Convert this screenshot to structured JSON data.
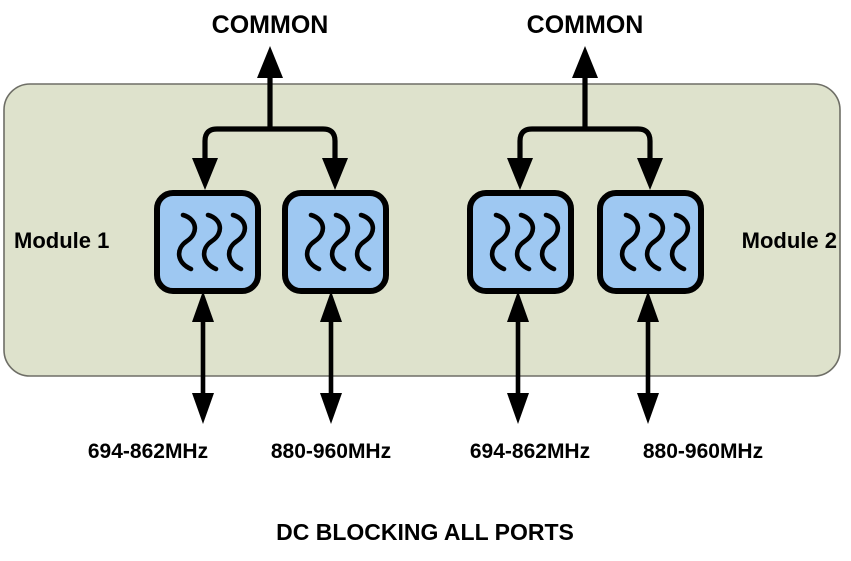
{
  "diagram": {
    "title_caption": "DC BLOCKING ALL PORTS",
    "panel": {
      "name": "module-enclosure",
      "fill_color": "#DEE2CC",
      "stroke_color": "#6E6E66"
    },
    "colors": {
      "filter_fill": "#9EC8F2",
      "line": "#000000",
      "background": "#FFFFFF",
      "panel_fill": "#DEE2CC"
    },
    "modules": [
      {
        "label": "Module 1",
        "label_side": "left",
        "common_label": "COMMON",
        "ports": [
          {
            "label": "694-862MHz",
            "filter_icon": "bandpass-filter-icon"
          },
          {
            "label": "880-960MHz",
            "filter_icon": "bandpass-filter-icon"
          }
        ]
      },
      {
        "label": "Module 2",
        "label_side": "right",
        "common_label": "COMMON",
        "ports": [
          {
            "label": "694-862MHz",
            "filter_icon": "bandpass-filter-icon"
          },
          {
            "label": "880-960MHz",
            "filter_icon": "bandpass-filter-icon"
          }
        ]
      }
    ]
  }
}
